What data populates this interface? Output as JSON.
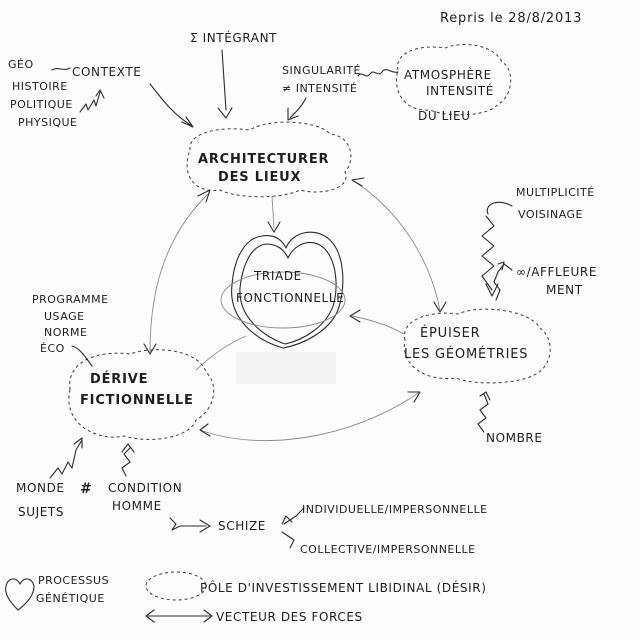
{
  "header": {
    "date_note": "Repris le 28/8/2013"
  },
  "nodes": {
    "architecturer": {
      "line1": "ARCHITECTURER",
      "line2": "DES LIEUX"
    },
    "triade": {
      "line1": "TRIADE",
      "line2": "FONCTIONNELLE"
    },
    "epuiser": {
      "line1": "ÉPUISER",
      "line2": "LES GÉOMÉTRIES"
    },
    "derive": {
      "line1": "DÉRIVE",
      "line2": "FICTIONNELLE"
    },
    "atmosphere": {
      "line1": "ATMOSPHÈRE",
      "line2": "INTENSITÉ",
      "line3": "DU LIEU"
    }
  },
  "labels": {
    "geo": "GÉO",
    "histoire": "HISTOIRE",
    "politique": "POLITIQUE",
    "physique": "PHYSIQUE",
    "contexte": "CONTEXTE",
    "integrant": "Σ INTÉGRANT",
    "singularite": "SINGULARITÉ",
    "intensite": "≠ INTENSITÉ",
    "multiplicite": "MULTIPLICITÉ",
    "voisinage": "VOISINAGE",
    "affleurement1": "∞/AFFLEURE",
    "affleurement2": "MENT",
    "nombre": "NOMBRE",
    "programme": "PROGRAMME",
    "usage": "USAGE",
    "norme": "NORME",
    "eco": "ÉCO",
    "monde": "MONDE",
    "sujets": "SUJETS",
    "condition": "CONDITION",
    "homme": "HOMME",
    "schize": "SCHIZE",
    "individuelle": "INDIVIDUELLE/IMPERSONNELLE",
    "collective": "COLLECTIVE/IMPERSONNELLE"
  },
  "legend": {
    "processus1": "PROCESSUS",
    "processus2": "GÉNÉTIQUE",
    "pole": "PÔLE D'INVESTISSEMENT LIBIDINAL (DÉSIR)",
    "vecteur": "VECTEUR DES FORCES"
  }
}
